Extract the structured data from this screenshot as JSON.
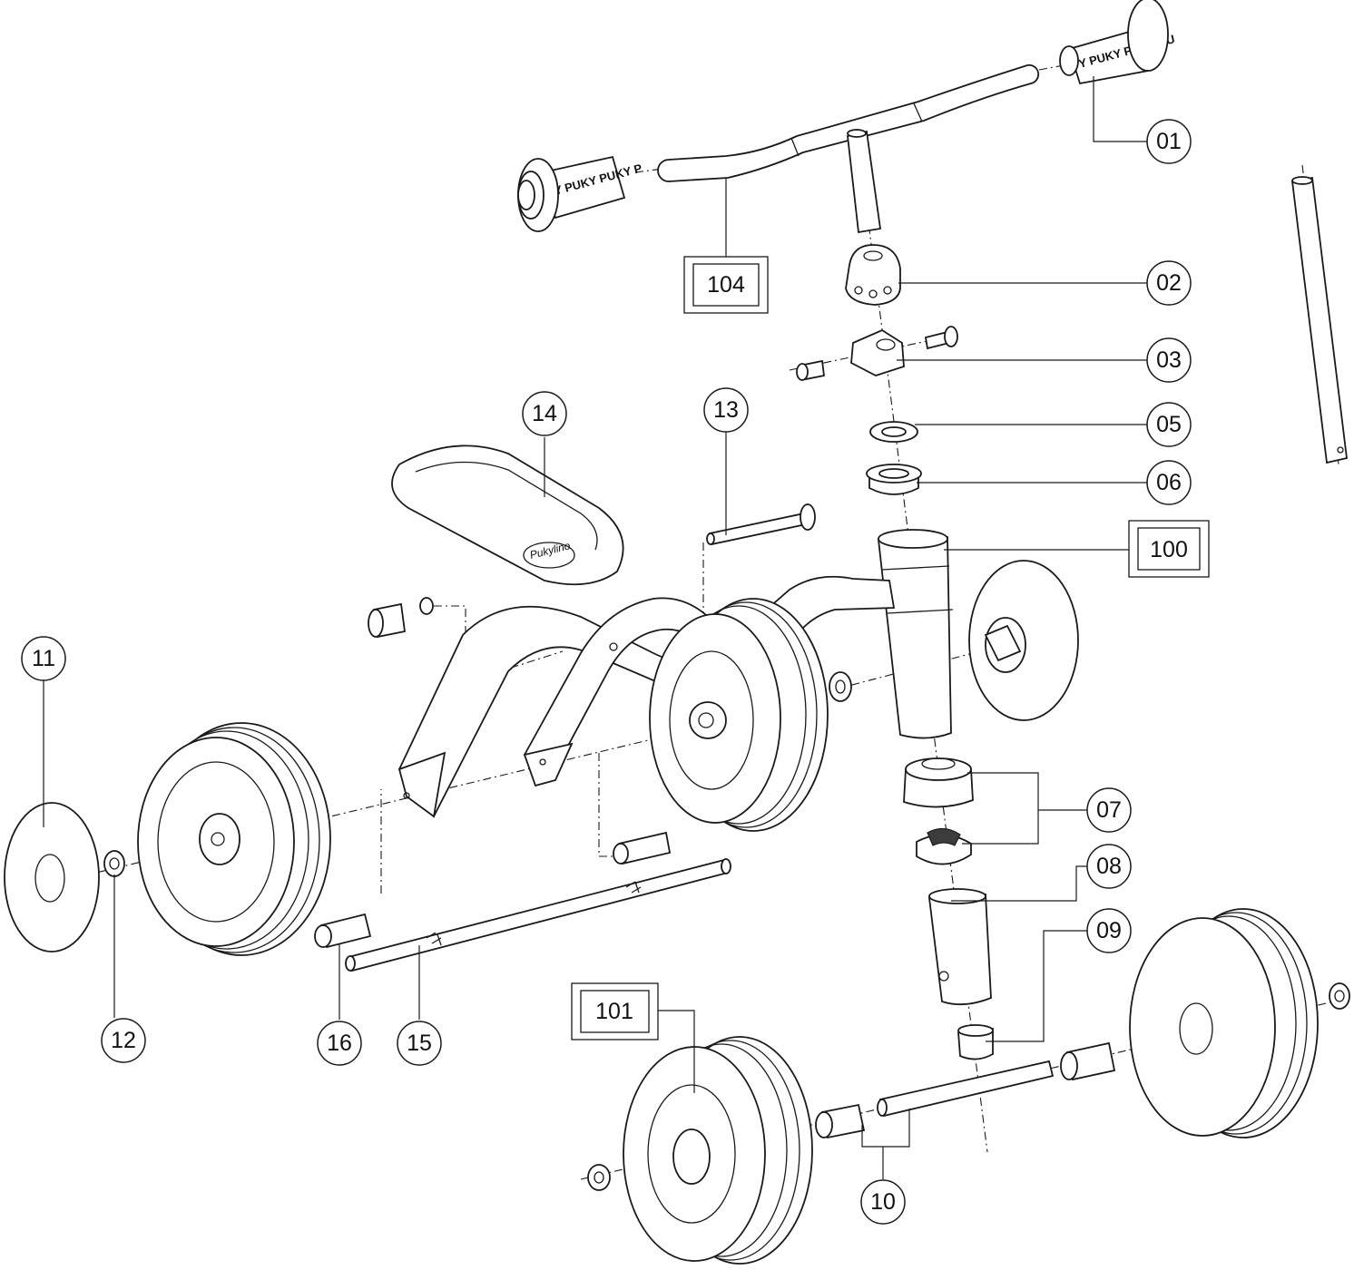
{
  "diagram": {
    "grip_text_left": "Y PUKY PUKY P",
    "grip_text_right": "Y PUKY PUKY PU",
    "seat_brand": "Pukylino"
  },
  "callouts": [
    {
      "id": "01",
      "label": "01",
      "shape": "circle"
    },
    {
      "id": "02",
      "label": "02",
      "shape": "circle"
    },
    {
      "id": "03",
      "label": "03",
      "shape": "circle"
    },
    {
      "id": "05",
      "label": "05",
      "shape": "circle"
    },
    {
      "id": "06",
      "label": "06",
      "shape": "circle"
    },
    {
      "id": "07",
      "label": "07",
      "shape": "circle"
    },
    {
      "id": "08",
      "label": "08",
      "shape": "circle"
    },
    {
      "id": "09",
      "label": "09",
      "shape": "circle"
    },
    {
      "id": "10",
      "label": "10",
      "shape": "circle"
    },
    {
      "id": "11",
      "label": "11",
      "shape": "circle"
    },
    {
      "id": "12",
      "label": "12",
      "shape": "circle"
    },
    {
      "id": "13",
      "label": "13",
      "shape": "circle"
    },
    {
      "id": "14",
      "label": "14",
      "shape": "circle"
    },
    {
      "id": "15",
      "label": "15",
      "shape": "circle"
    },
    {
      "id": "16",
      "label": "16",
      "shape": "circle"
    },
    {
      "id": "100",
      "label": "100",
      "shape": "box"
    },
    {
      "id": "101",
      "label": "101",
      "shape": "box"
    },
    {
      "id": "104",
      "label": "104",
      "shape": "box"
    }
  ]
}
